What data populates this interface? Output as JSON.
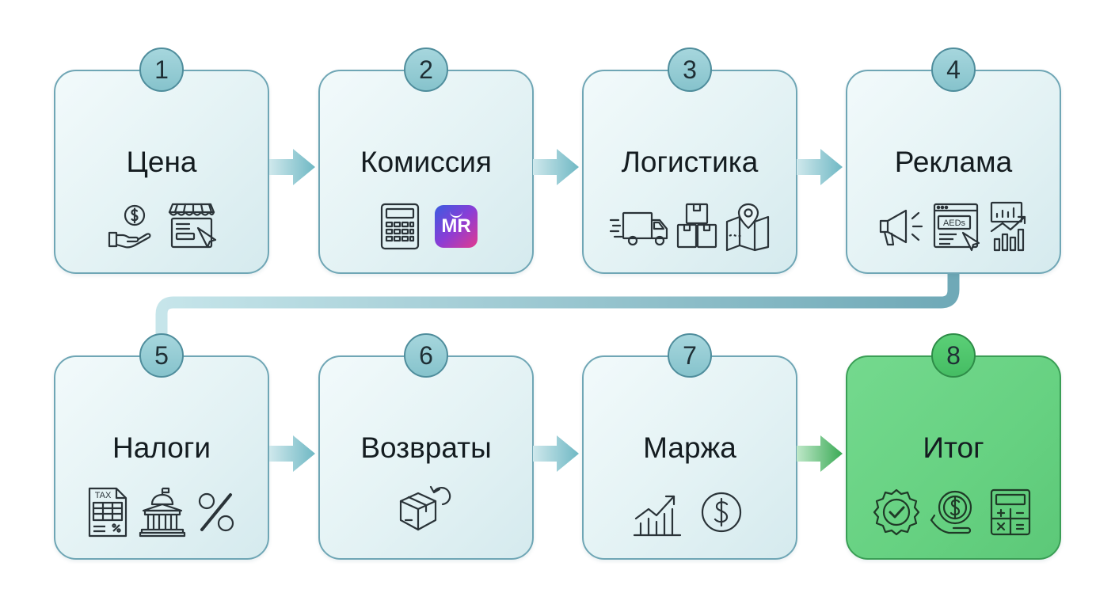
{
  "steps": [
    {
      "number": "1",
      "title": "Цена",
      "icons": [
        "money-hand-icon",
        "storefront-click-icon"
      ]
    },
    {
      "number": "2",
      "title": "Комиссия",
      "icons": [
        "calculator-icon",
        "marketplace-logo-icon"
      ],
      "logo_text": "MR"
    },
    {
      "number": "3",
      "title": "Логистика",
      "icons": [
        "delivery-truck-icon",
        "boxes-icon",
        "map-pin-icon"
      ]
    },
    {
      "number": "4",
      "title": "Реклама",
      "icons": [
        "megaphone-icon",
        "ad-banner-click-icon",
        "growth-chart-icon"
      ],
      "ad_text": "AEDs"
    },
    {
      "number": "5",
      "title": "Налоги",
      "icons": [
        "tax-document-icon",
        "government-building-icon",
        "percent-icon"
      ],
      "tax_text": "TAX"
    },
    {
      "number": "6",
      "title": "Возвраты",
      "icons": [
        "return-box-icon"
      ]
    },
    {
      "number": "7",
      "title": "Маржа",
      "icons": [
        "profit-chart-icon",
        "dollar-coin-icon"
      ]
    },
    {
      "number": "8",
      "title": "Итог",
      "icons": [
        "approved-badge-icon",
        "money-hand-icon",
        "calculator-icon"
      ]
    }
  ],
  "colors": {
    "card_border": "#6fa6b5",
    "badge_fill": "#93cad2",
    "final_fill": "#66d181",
    "final_border": "#3a9e55",
    "arrow_teal": "#7fc1cb",
    "arrow_green": "#43b35c"
  }
}
